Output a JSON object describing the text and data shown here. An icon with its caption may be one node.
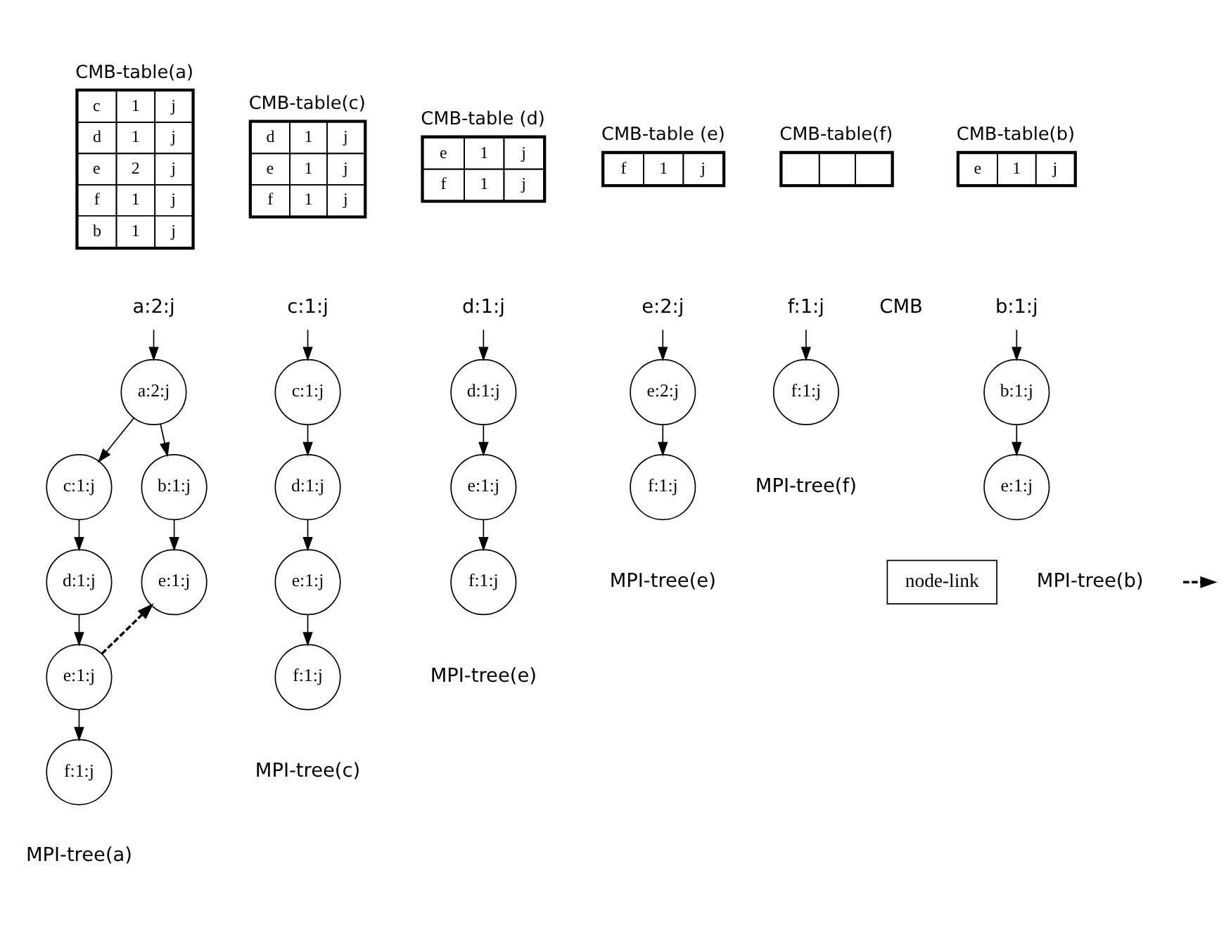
{
  "diagram": {
    "nodes": [
      {
        "text": [
          "a:2:j"
        ]
      },
      {
        "text": [
          "c:1:j"
        ]
      },
      {
        "text": [
          "d:1:j"
        ]
      },
      {
        "text": [
          "e:2:j"
        ]
      },
      {
        "text": [
          "f:1:j"
        ]
      },
      {
        "text": [
          "b:1:j"
        ]
      },
      {
        "text": [
          "a:2:j"
        ]
      },
      {
        "text": [
          "b:1:j"
        ]
      },
      {
        "text": [
          "c:1:j"
        ]
      },
      {
        "text": [
          "e:1:j"
        ]
      },
      {
        "text": [
          "d:1:j"
        ]
      },
      {
        "text": [
          "e:1:j"
        ]
      },
      {
        "text": [
          "f:1:j"
        ]
      },
      {
        "text": [
          "c:1:j"
        ]
      },
      {
        "text": [
          "d:1:j"
        ]
      },
      {
        "text": [
          "e:1:j"
        ]
      },
      {
        "text": [
          "f:1:j"
        ]
      },
      {
        "text": [
          "d:1:j"
        ]
      },
      {
        "text": [
          "e:1:j"
        ]
      },
      {
        "text": [
          "f:1:j"
        ]
      },
      {
        "text": [
          "e:2:j"
        ]
      },
      {
        "text": [
          "f:1:j"
        ]
      },
      {
        "text": [
          "f:1:j"
        ]
      },
      {
        "text": [
          "b:1:j"
        ]
      },
      {
        "text": [
          "e:1:j"
        ]
      }
    ],
    "edges": [
      {
        "from": 0,
        "to": 6,
        "arrow": "to"
      },
      {
        "from": 1,
        "to": 13,
        "arrow": "to"
      },
      {
        "from": 2,
        "to": 17,
        "arrow": "to"
      },
      {
        "from": 3,
        "to": 20,
        "arrow": "to"
      },
      {
        "from": 4,
        "to": 22,
        "arrow": "to"
      },
      {
        "from": 5,
        "to": 23,
        "arrow": "to"
      },
      {
        "from": 6,
        "to": 7,
        "arrow": "to"
      },
      {
        "from": 6,
        "to": 8,
        "arrow": "to"
      },
      {
        "from": 7,
        "to": 9,
        "arrow": "to"
      },
      {
        "from": 8,
        "to": 10,
        "arrow": "to"
      },
      {
        "from": 10,
        "to": 11,
        "arrow": "to"
      },
      {
        "from": 11,
        "to": 12,
        "arrow": "to"
      },
      {
        "from": 11,
        "to": 9,
        "arrow": "to",
        "style": "dashed"
      },
      {
        "from": 13,
        "to": 14,
        "arrow": "to"
      },
      {
        "from": 14,
        "to": 15,
        "arrow": "to"
      },
      {
        "from": 15,
        "to": 16,
        "arrow": "to"
      },
      {
        "from": 17,
        "to": 18,
        "arrow": "to"
      },
      {
        "from": 18,
        "to": 19,
        "arrow": "to"
      },
      {
        "from": 20,
        "to": 21,
        "arrow": "to"
      },
      {
        "from": 23,
        "to": 24,
        "arrow": "to"
      }
    ],
    "labels": [
      "CMB-table(a)",
      "c",
      "1",
      "j",
      "d",
      "1",
      "j",
      "e",
      "2",
      "j",
      "f",
      "1",
      "j",
      "b",
      "1",
      "j",
      "CMB-table(c)",
      "d",
      "1",
      "j",
      "e",
      "1",
      "j",
      "f",
      "1",
      "j",
      "CMB-table (d)",
      "e",
      "1",
      "j",
      "f",
      "1",
      "j",
      "CMB-table (e)",
      "f",
      "1",
      "j",
      "CMB-table(f)",
      "CMB-table(b)",
      "e",
      "1",
      "j",
      "CMB",
      "MPI-tree(f)",
      "MPI-tree(e)",
      "MPI-tree(b)",
      "MPI-tree(e)",
      "MPI-tree(a)",
      "MPI-tree(c)"
    ],
    "legend": [
      {
        "text": "node-link"
      }
    ]
  }
}
